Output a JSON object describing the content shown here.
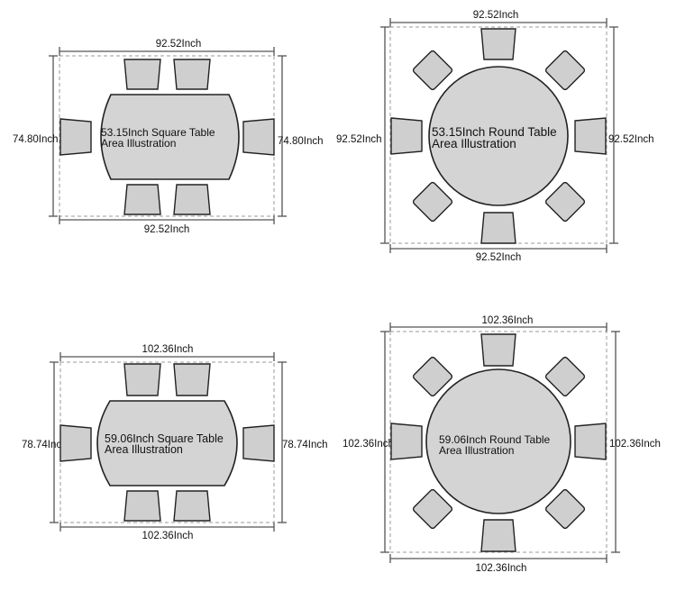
{
  "colors": {
    "table_fill": "#d4d4d4",
    "chair_fill": "#cfcfcf",
    "outline": "#222222",
    "guide": "#9a9a9a"
  },
  "panels": {
    "rect_small": {
      "caption_line1": "53.15Inch Square Table",
      "caption_line2": "Area Illustration",
      "top_dim": "92.52Inch",
      "bottom_dim": "92.52Inch",
      "left_dim": "74.80Inch",
      "right_dim": "74.80Inch"
    },
    "round_small": {
      "caption_line1": "53.15Inch Round Table",
      "caption_line2": "Area Illustration",
      "top_dim": "92.52Inch",
      "bottom_dim": "92.52Inch",
      "left_dim": "92.52Inch",
      "right_dim": "92.52Inch"
    },
    "rect_large": {
      "caption_line1": "59.06Inch Square Table",
      "caption_line2": "Area Illustration",
      "top_dim": "102.36Inch",
      "bottom_dim": "102.36Inch",
      "left_dim": "78.74Inch",
      "right_dim": "78.74Inch"
    },
    "round_large": {
      "caption_line1": "59.06Inch Round Table",
      "caption_line2": "Area Illustration",
      "top_dim": "102.36Inch",
      "bottom_dim": "102.36Inch",
      "left_dim": "102.36Inch",
      "right_dim": "102.36Inch"
    }
  }
}
